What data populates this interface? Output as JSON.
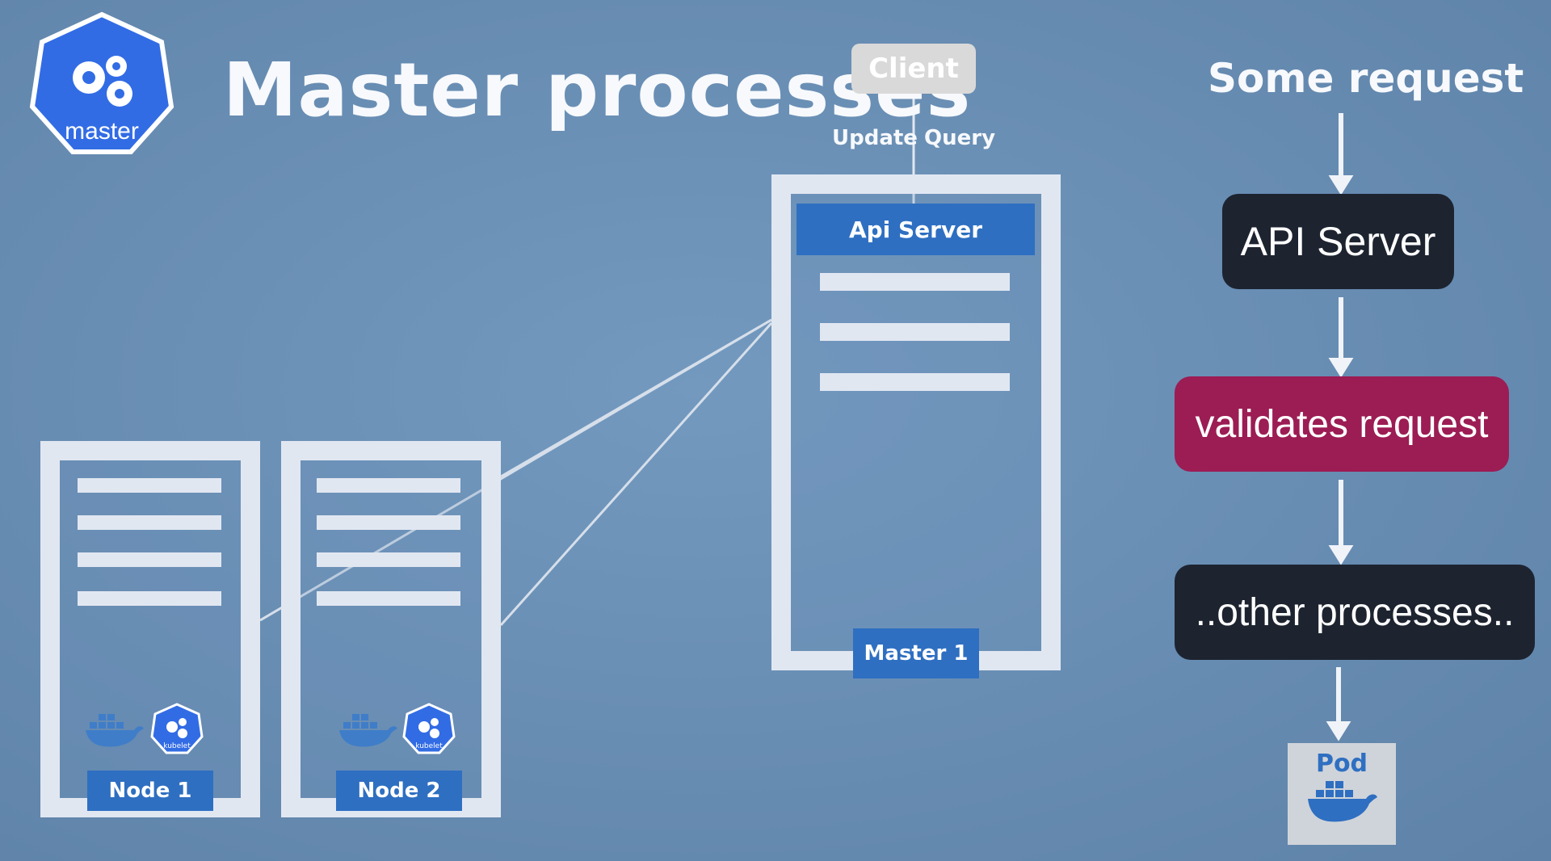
{
  "header": {
    "logo_text": "master",
    "title": "Master processes"
  },
  "client": {
    "label": "Client",
    "update_label": "Update",
    "query_label": "Query"
  },
  "master": {
    "api_server_label": "Api Server",
    "name": "Master 1"
  },
  "nodes": [
    {
      "name": "Node 1",
      "kubelet_text": "kubelet"
    },
    {
      "name": "Node 2",
      "kubelet_text": "kubelet"
    }
  ],
  "flow": {
    "title": "Some request",
    "steps": [
      "API Server",
      "validates request",
      "..other processes.."
    ],
    "pod_label": "Pod"
  },
  "colors": {
    "background": "#6a8fb5",
    "accent_blue": "#2e6fc1",
    "dark_box": "#1d2430",
    "validate_box": "#9c1c54",
    "frame": "#e1e7f1"
  }
}
